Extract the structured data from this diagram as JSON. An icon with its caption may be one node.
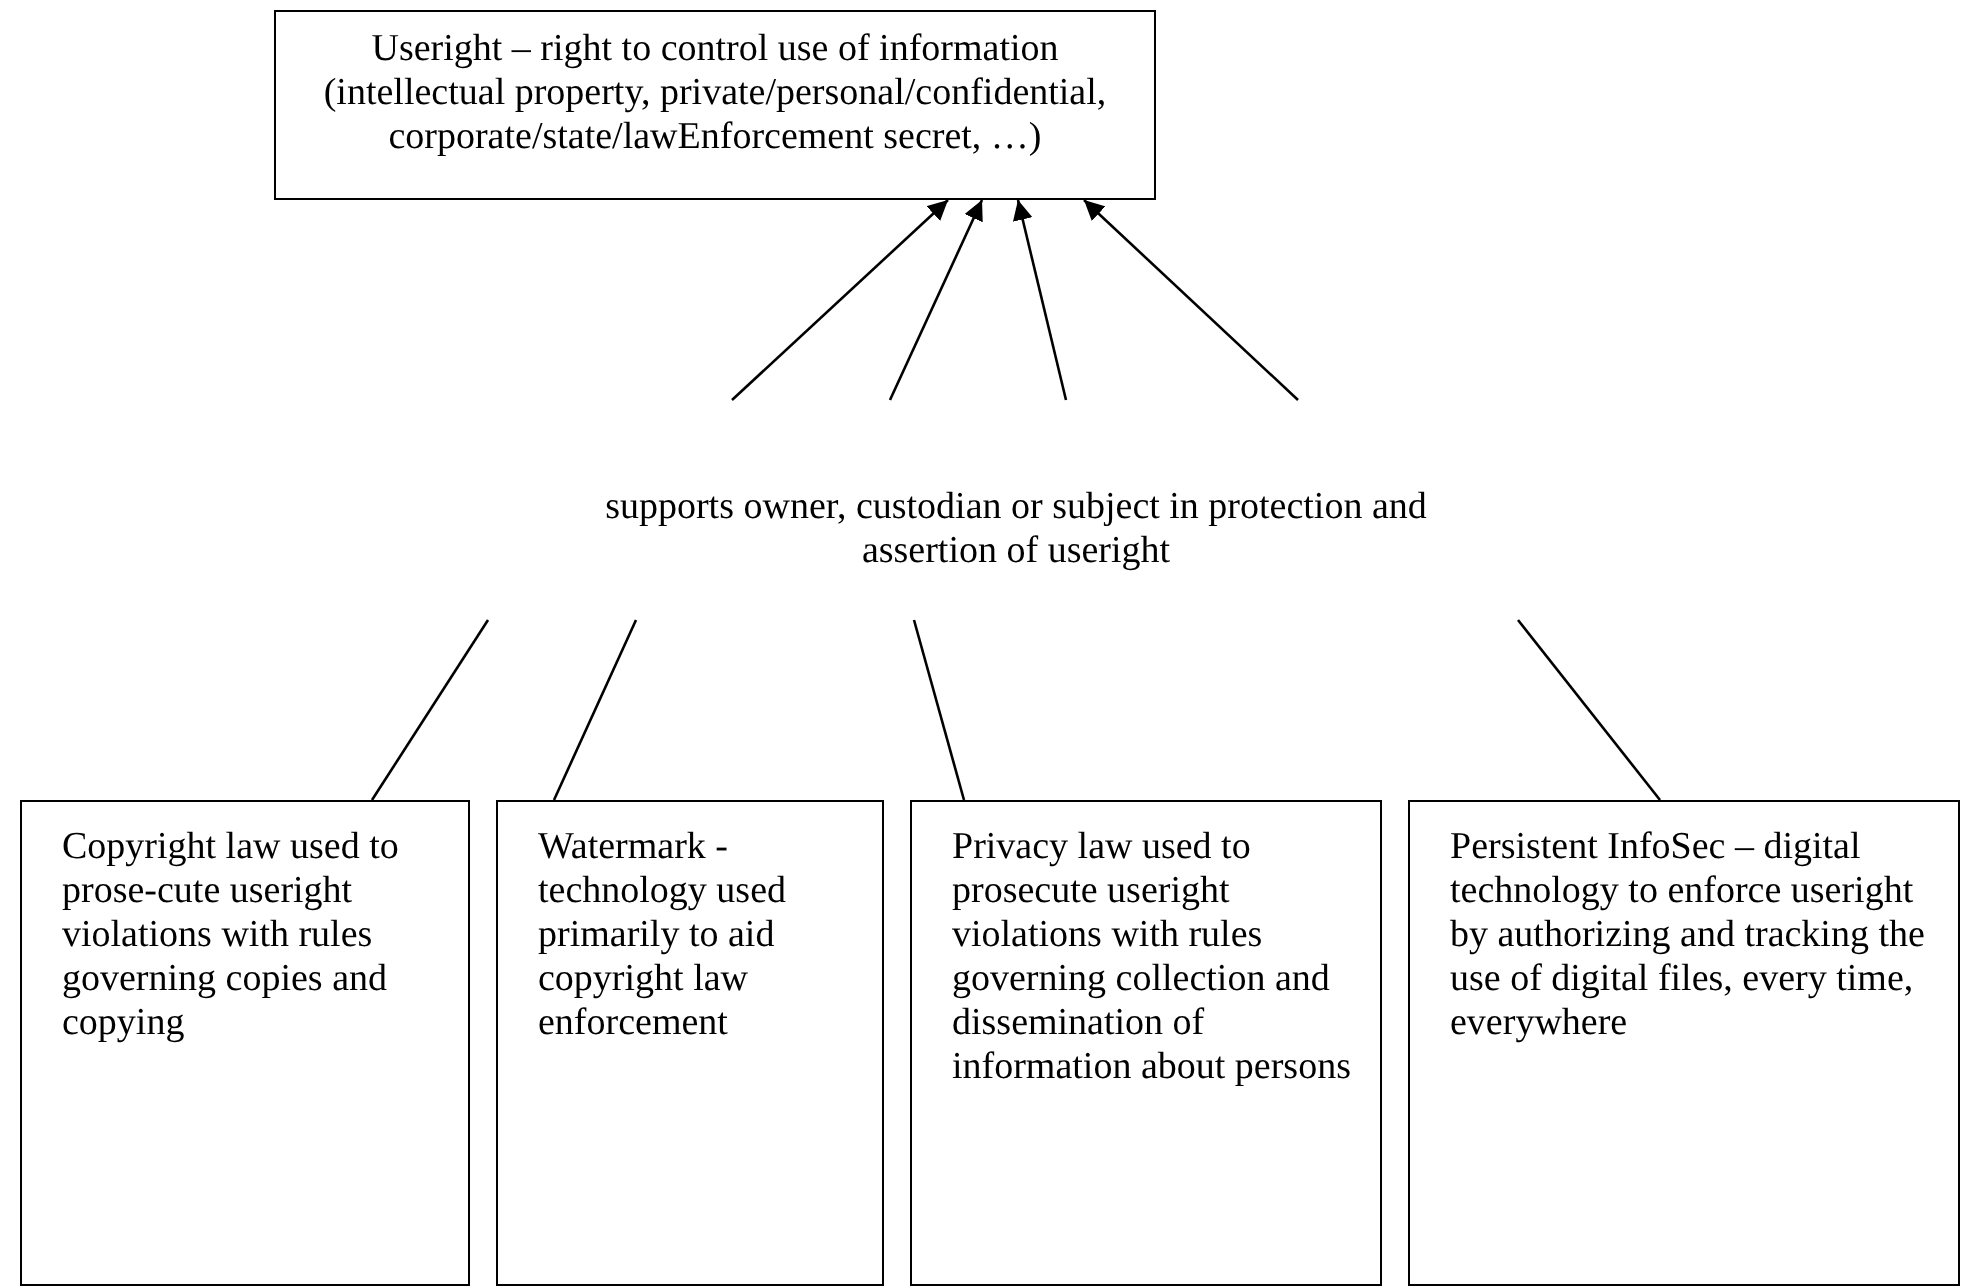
{
  "diagram": {
    "nodes": [
      {
        "text": [
          "Useright – right to control use of information (intellectual property, private/personal/confidential, corporate/state/lawEnforcement secret, …)"
        ]
      },
      {
        "text": [
          "supports owner, custodian or subject in protection and assertion of useright"
        ]
      },
      {
        "text": [
          "Copyright law used to prose-cute useright violations with rules governing copies and copying"
        ]
      },
      {
        "text": [
          "Watermark - technology used primarily to aid copyright law enforcement"
        ]
      },
      {
        "text": [
          "Privacy law used to prosecute useright violations with rules governing collection and dissemination of information about persons"
        ]
      },
      {
        "text": [
          "Persistent InfoSec – digital technology to enforce useright by authorizing and tracking the use of digital files, every time, everywhere"
        ]
      }
    ],
    "edges": [
      {
        "from": 1,
        "to": 0,
        "arrow": "to"
      },
      {
        "from": 1,
        "to": 0,
        "arrow": "to"
      },
      {
        "from": 1,
        "to": 0,
        "arrow": "to"
      },
      {
        "from": 1,
        "to": 0,
        "arrow": "to"
      },
      {
        "from": 2,
        "to": 1,
        "arrow": "none"
      },
      {
        "from": 3,
        "to": 1,
        "arrow": "none"
      },
      {
        "from": 4,
        "to": 1,
        "arrow": "none"
      },
      {
        "from": 5,
        "to": 1,
        "arrow": "none"
      }
    ]
  }
}
